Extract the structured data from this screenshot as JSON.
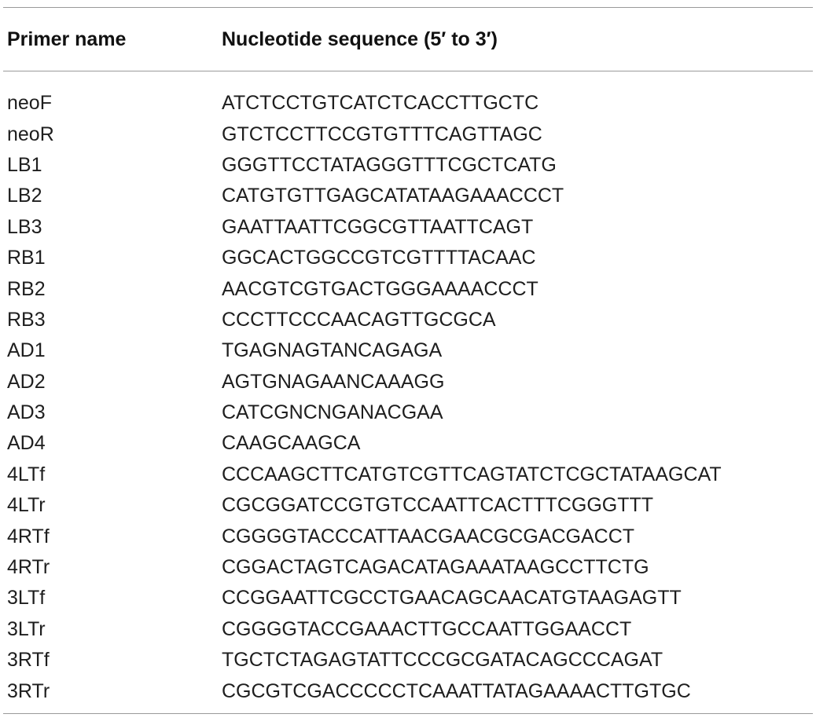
{
  "table": {
    "headers": {
      "name": "Primer name",
      "sequence": "Nucleotide sequence (5′ to 3′)"
    },
    "rows": [
      {
        "name": "neoF",
        "sequence": "ATCTCCTGTCATCTCACCTTGCTC"
      },
      {
        "name": "neoR",
        "sequence": "GTCTCCTTCCGTGTTTCAGTTAGC"
      },
      {
        "name": "LB1",
        "sequence": "GGGTTCCTATAGGGTTTCGCTCATG"
      },
      {
        "name": "LB2",
        "sequence": "CATGTGTTGAGCATATAAGAAACCCT"
      },
      {
        "name": "LB3",
        "sequence": "GAATTAATTCGGCGTTAATTCAGT"
      },
      {
        "name": "RB1",
        "sequence": "GGCACTGGCCGTCGTTTTACAAC"
      },
      {
        "name": "RB2",
        "sequence": "AACGTCGTGACTGGGAAAACCCT"
      },
      {
        "name": "RB3",
        "sequence": "CCCTTCCCAACAGTTGCGCA"
      },
      {
        "name": "AD1",
        "sequence": "TGAGNAGTANCAGAGA"
      },
      {
        "name": "AD2",
        "sequence": "AGTGNAGAANCAAAGG"
      },
      {
        "name": "AD3",
        "sequence": "CATCGNCNGANACGAA"
      },
      {
        "name": "AD4",
        "sequence": "CAAGCAAGCA"
      },
      {
        "name": "4LTf",
        "sequence": "CCCAAGCTTCATGTCGTTCAGTATCTCGCTATAAGCAT"
      },
      {
        "name": "4LTr",
        "sequence": "CGCGGATCCGTGTCCAATTCACTTTCGGGTTT"
      },
      {
        "name": "4RTf",
        "sequence": "CGGGGTACCCATTAACGAACGCGACGACCT"
      },
      {
        "name": "4RTr",
        "sequence": "CGGACTAGTCAGACATAGAAATAAGCCTTCTG"
      },
      {
        "name": "3LTf",
        "sequence": "CCGGAATTCGCCTGAACAGCAACATGTAAGAGTT"
      },
      {
        "name": "3LTr",
        "sequence": "CGGGGTACCGAAACTTGCCAATTGGAACCT"
      },
      {
        "name": "3RTf",
        "sequence": "TGCTCTAGAGTATTCCCGCGATACAGCCCAGAT"
      },
      {
        "name": "3RTr",
        "sequence": "CGCGTCGACCCCCTCAAATTATAGAAAACTTGTGC"
      }
    ]
  }
}
